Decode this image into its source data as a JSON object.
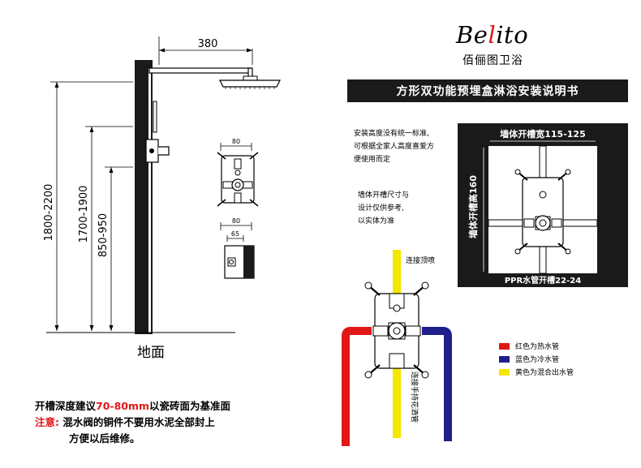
{
  "brand": {
    "name_prefix": "Be",
    "name_highlight": "l",
    "name_suffix": "ito",
    "subtitle": "佰俪图卫浴"
  },
  "title": "方形双功能预埋盒淋浴安装说明书",
  "dimensions": {
    "arm_length": "380",
    "height_total": "1800-2200",
    "height_mid": "1700-1900",
    "height_low": "850-950",
    "box_width_top": "80",
    "box_width_side": "80",
    "box_depth_side": "65"
  },
  "ground_label": "地面",
  "notes": {
    "height_note": [
      "安装高度没有统一标准,",
      "可根据全家人高度喜爱方",
      "便使用而定"
    ],
    "size_note": [
      "墙体开槽尺寸与",
      "设计仅供参考,",
      "以实体为准"
    ],
    "top_connection": "连接顶喷",
    "bottom_connection": "连接手持花洒管"
  },
  "wall_groove": {
    "width_label": "墙体开槽宽115-125",
    "height_label": "墙体开槽高160",
    "pipe_label": "PPR水管开槽22-24"
  },
  "legend": [
    {
      "color": "#e01818",
      "label": "红色为热水管"
    },
    {
      "color": "#1e1e8c",
      "label": "蓝色为冷水管"
    },
    {
      "color": "#f5e600",
      "label": "黄色为混合出水管"
    }
  ],
  "bottom_notes": {
    "line1_prefix": "开槽深度建议",
    "line1_highlight": "70-80mm",
    "line1_suffix": "以瓷砖面为基准面",
    "note_label": "注意:",
    "line2": "混水阀的铜件不要用水泥全部封上",
    "line3": "方便以后维修。"
  }
}
